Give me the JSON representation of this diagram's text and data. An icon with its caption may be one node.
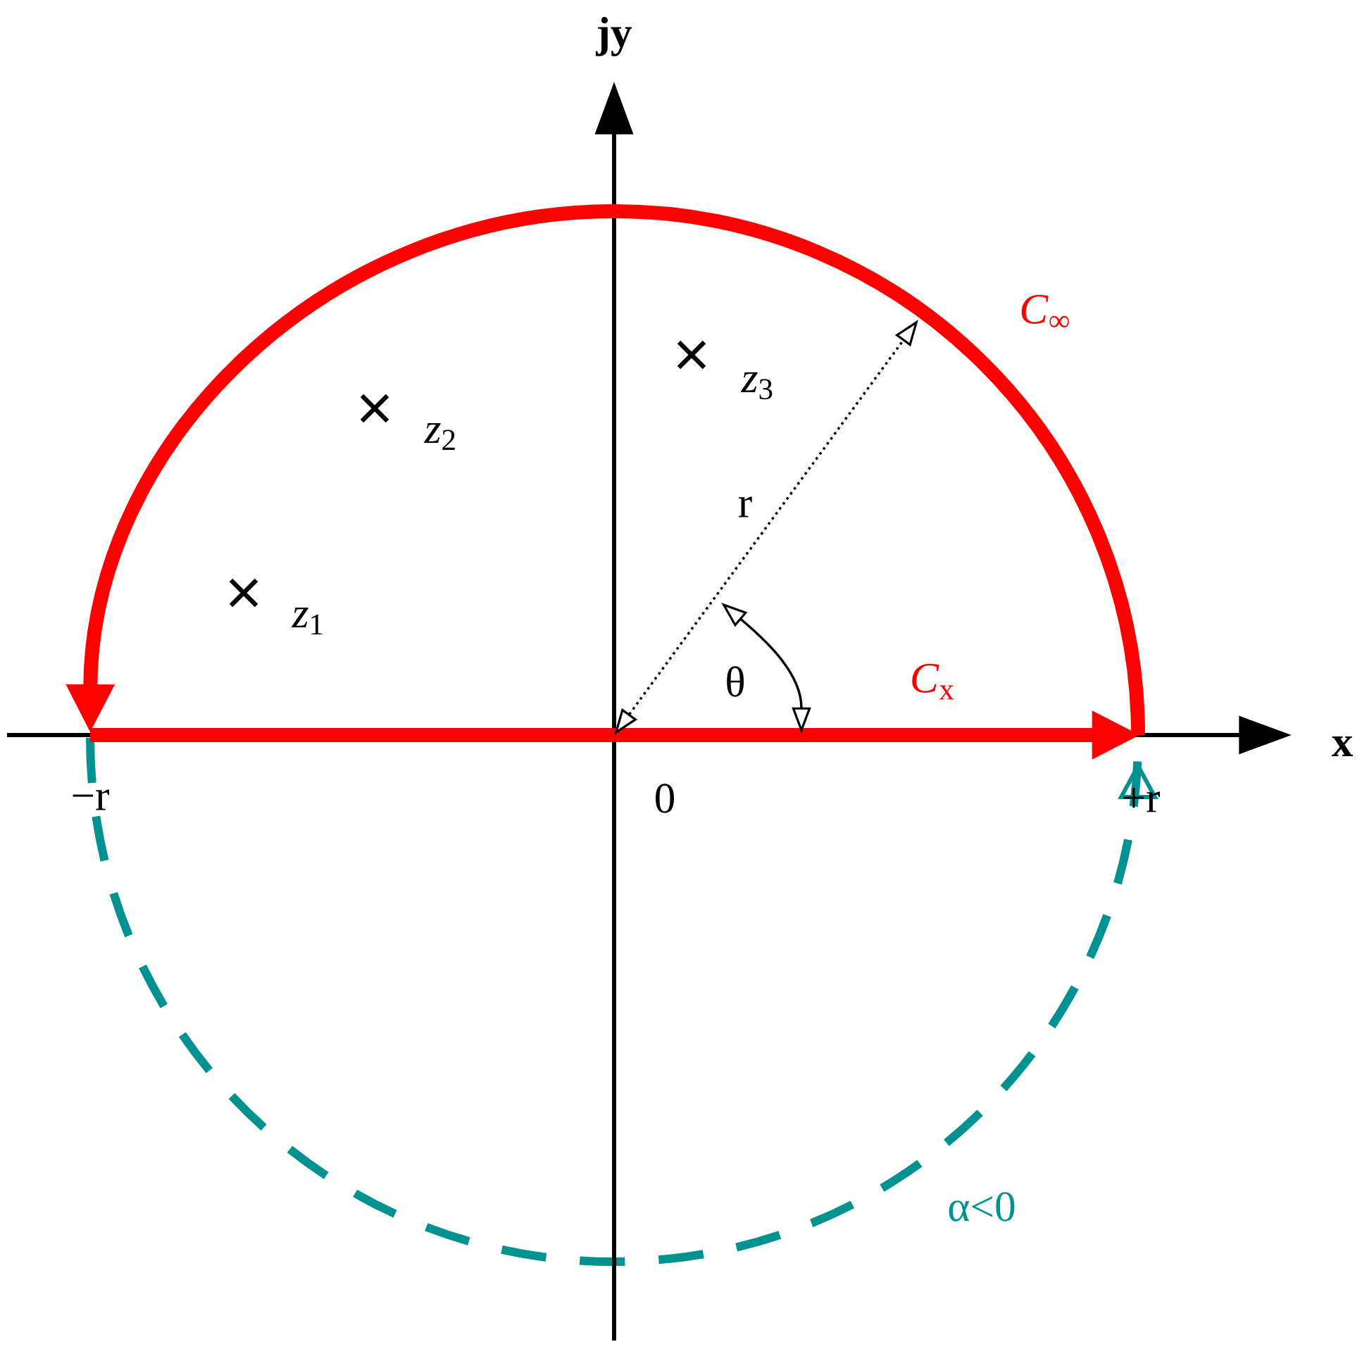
{
  "diagram": {
    "labels": [
      "jy",
      "x",
      "*C*$_{∞}$",
      "*C*$_{x}$",
      "*z*$_{1}$",
      "*z*$_{2}$",
      "*z*$_{3}$",
      "r",
      "θ",
      "0",
      "−r",
      "+r",
      "α<0"
    ]
  }
}
